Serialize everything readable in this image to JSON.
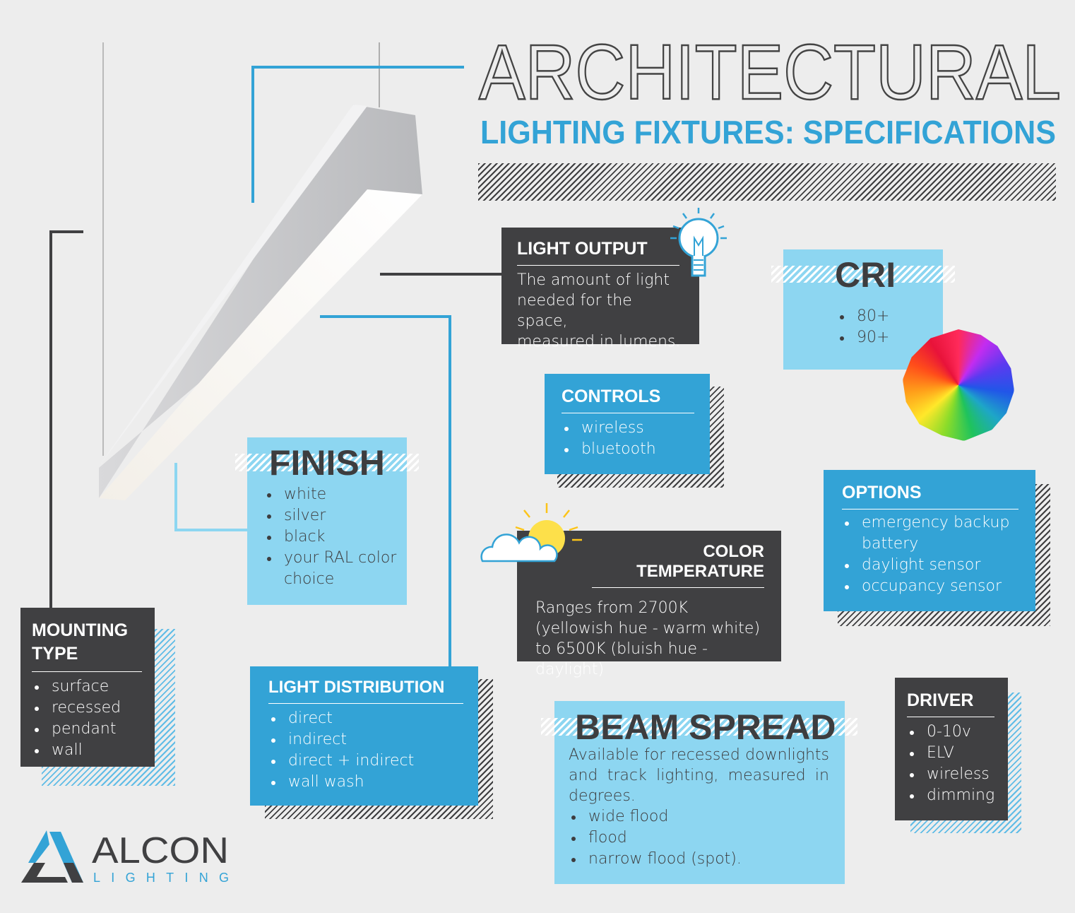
{
  "header": {
    "title": "ARCHITECTURAL",
    "subtitle": "LIGHTING FIXTURES: SPECIFICATIONS"
  },
  "colors": {
    "background": "#ededed",
    "dark": "#404042",
    "blue": "#33a3d6",
    "light_blue": "#8dd6f1"
  },
  "light_output": {
    "title": "LIGHT OUTPUT",
    "body": [
      "The amount of light",
      "needed for the space,",
      "measured in lumens."
    ],
    "icon": "lightbulb-icon"
  },
  "cri": {
    "title": "CRI",
    "items": [
      "80+",
      "90+"
    ],
    "icon": "color-sphere-icon"
  },
  "controls": {
    "title": "CONTROLS",
    "items": [
      "wireless",
      "bluetooth"
    ]
  },
  "finish": {
    "title": "FINISH",
    "items": [
      "white",
      "silver",
      "black",
      "your RAL color choice"
    ]
  },
  "options": {
    "title": "OPTIONS",
    "items": [
      "emergency backup battery",
      "daylight sensor",
      "occupancy sensor"
    ]
  },
  "color_temperature": {
    "title": "COLOR TEMPERATURE",
    "body": "Ranges from 2700K (yellowish hue - warm white) to 6500K (bluish hue - daylight)",
    "icon": "sun-cloud-icon"
  },
  "mounting_type": {
    "title": "MOUNTING TYPE",
    "items": [
      "surface",
      "recessed",
      "pendant",
      "wall"
    ]
  },
  "light_distribution": {
    "title": "LIGHT DISTRIBUTION",
    "items": [
      "direct",
      "indirect",
      "direct + indirect",
      "wall wash"
    ]
  },
  "beam_spread": {
    "title": "BEAM SPREAD",
    "body": "Available for recessed downlights and track lighting, measured in degrees.",
    "items": [
      "wide flood",
      "flood",
      "narrow flood (spot)."
    ]
  },
  "driver": {
    "title": "DRIVER",
    "items": [
      "0-10v",
      "ELV",
      "wireless",
      "dimming"
    ]
  },
  "logo": {
    "name": "ALCON",
    "tagline": "LIGHTING"
  }
}
